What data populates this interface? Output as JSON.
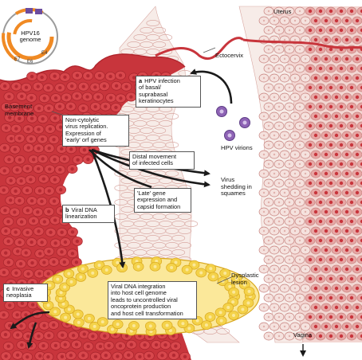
{
  "title": "",
  "genome": {
    "label_line1": "HPV16",
    "label_line2": "genome",
    "colors": {
      "orange": "#F08A24",
      "purple": "#6C4C9E",
      "ring": "#9B9B9B"
    }
  },
  "labels": {
    "uterus": "Uterus",
    "ectocervix": "Ectocervix",
    "basement_line1": "Basement",
    "basement_line2": "membrane",
    "virions": "HPV virions",
    "shedding_line1": "Virus",
    "shedding_line2": "shedding in",
    "shedding_line3": "squames",
    "dysplastic_line1": "Dysplastic",
    "dysplastic_line2": "lesion",
    "vagina": "Vagina"
  },
  "boxes": {
    "a": {
      "letter": "a",
      "line1": "HPV infection",
      "line2": "of basal/",
      "line3": "suprabasal",
      "line4": "keratinocytes"
    },
    "replication": {
      "line1": "Non-cytolytic",
      "line2": "virus replication.",
      "line3": "Expression of",
      "line4": "'early' orf genes"
    },
    "distal": {
      "line1": "Distal movement",
      "line2": "of infected cells"
    },
    "late": {
      "line1": "'Late' gene",
      "line2": "expression and",
      "line3": "capsid formation"
    },
    "b": {
      "letter": "b",
      "line1": "Viral DNA",
      "line2": "linearization"
    },
    "integration": {
      "line1": "Viral DNA integration",
      "line2": "into host cell genome",
      "line3": "leads to uncontrolled viral",
      "line4": "oncoprotein production",
      "line5": "and host cell transformation"
    },
    "c": {
      "letter": "c",
      "line1": "Invasive",
      "line2": "neoplasia"
    }
  },
  "colors": {
    "basal_red": "#C8353C",
    "tissue_pink": "#F3D6D2",
    "squame_pale": "#F7ECE8",
    "nucleus_dark": "#B42A33",
    "lesion_yellow": "#F4D24A",
    "lesion_outline": "#D9A81E",
    "virion_purple": "#8E63B5",
    "arrow": "#1A1A1A"
  }
}
